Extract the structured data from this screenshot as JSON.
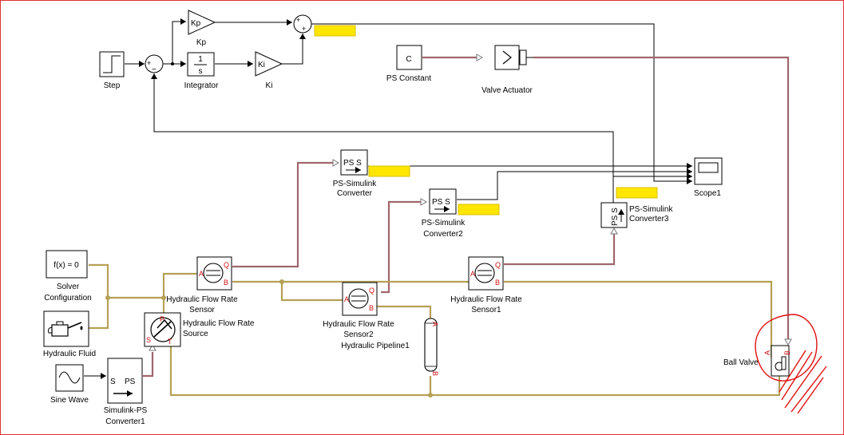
{
  "colors": {
    "hydraulic": "#b5a055",
    "physical": "#a0666e",
    "signal": "#000000",
    "display": "#ffe600",
    "annotation": "#e01010"
  },
  "blocks": {
    "step": {
      "label": "Step"
    },
    "sum1": {
      "signs": [
        "+",
        "−"
      ]
    },
    "kp": {
      "label": "Kp",
      "text": "Kp"
    },
    "integrator": {
      "label": "Integrator",
      "num": "1",
      "den": "s"
    },
    "ki": {
      "label": "Ki",
      "text": "Ki"
    },
    "sum2": {
      "signs": [
        "+",
        "+"
      ]
    },
    "ps_constant": {
      "label": "PS Constant",
      "text": "C"
    },
    "valve_actuator": {
      "label": "Valve Actuator"
    },
    "ps_simulink_converter": {
      "label_line1": "PS-Simulink",
      "label_line2": "Converter",
      "text": "PS S"
    },
    "ps_simulink_converter2": {
      "label_line1": "PS-Simulink",
      "label_line2": "Converter2",
      "text": "PS S"
    },
    "ps_simulink_converter3": {
      "label_line1": "PS-Simulink",
      "label_line2": "Converter3",
      "text": "PS S"
    },
    "scope1": {
      "label": "Scope1"
    },
    "solver_configuration": {
      "label_line1": "Solver",
      "label_line2": "Configuration",
      "text": "f(x) = 0"
    },
    "hydraulic_fluid": {
      "label": "Hydraulic Fluid"
    },
    "sine_wave": {
      "label": "Sine Wave"
    },
    "simulink_ps_converter1": {
      "label_line1": "Simulink-PS",
      "label_line2": "Converter1",
      "text_s": "S",
      "text_ps": "PS"
    },
    "flow_rate_source": {
      "label_line1": "Hydraulic Flow Rate",
      "label_line2": "Source",
      "port_s": "S",
      "port_p": "P",
      "port_t": "T"
    },
    "flow_rate_sensor": {
      "label_line1": "Hydraulic Flow Rate",
      "label_line2": "Sensor",
      "port_a": "A",
      "port_q": "Q",
      "port_b": "B"
    },
    "flow_rate_sensor1": {
      "label_line1": "Hydraulic Flow Rate",
      "label_line2": "Sensor1",
      "port_a": "A",
      "port_q": "Q",
      "port_b": "B"
    },
    "flow_rate_sensor2": {
      "label_line1": "Hydraulic Flow Rate",
      "label_line2": "Sensor2",
      "port_a": "A",
      "port_q": "Q",
      "port_b": "B"
    },
    "hydraulic_pipeline1": {
      "label": "Hydraulic Pipeline1",
      "port_a": "A",
      "port_b": "B"
    },
    "ball_valve": {
      "label": "Ball Valve",
      "port_a": "A",
      "port_b": "B"
    }
  }
}
